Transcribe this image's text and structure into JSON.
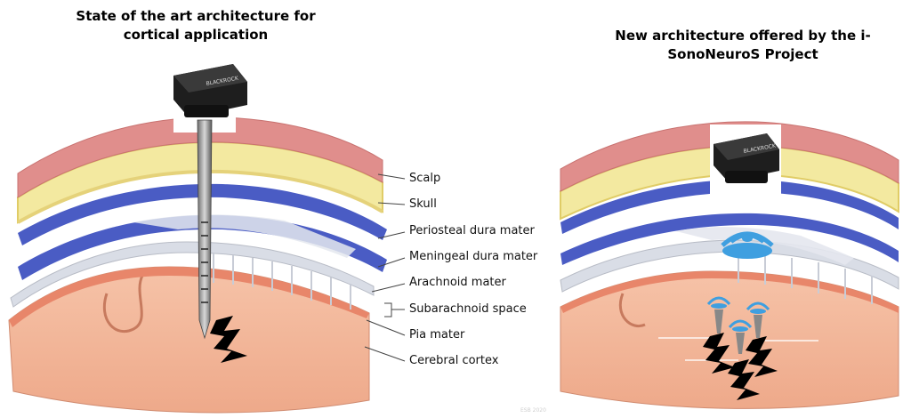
{
  "left_title": "State of the art architecture for cortical application",
  "right_title": "New architecture offered by the i-SonoNeuroS Project",
  "labels": {
    "scalp": "Scalp",
    "skull": "Skull",
    "periosteal": "Periosteal dura mater",
    "meningeal": "Meningeal dura mater",
    "arachnoid": "Arachnoid mater",
    "subarachnoid": "Subarachnoid space",
    "pia": "Pia mater",
    "cortex": "Cerebral cortex"
  },
  "device_brand": "BLACKROCK",
  "watermark": "ESB 2020",
  "colors": {
    "scalp": "#e08e8c",
    "skull": "#f3e9a0",
    "dura": "#4a5cc4",
    "arachnoid": "#d9dde6",
    "cortex": "#f2b79a",
    "pia": "#e8866a",
    "device": "#1e1e1e",
    "transducer": "#3f9fe0"
  }
}
